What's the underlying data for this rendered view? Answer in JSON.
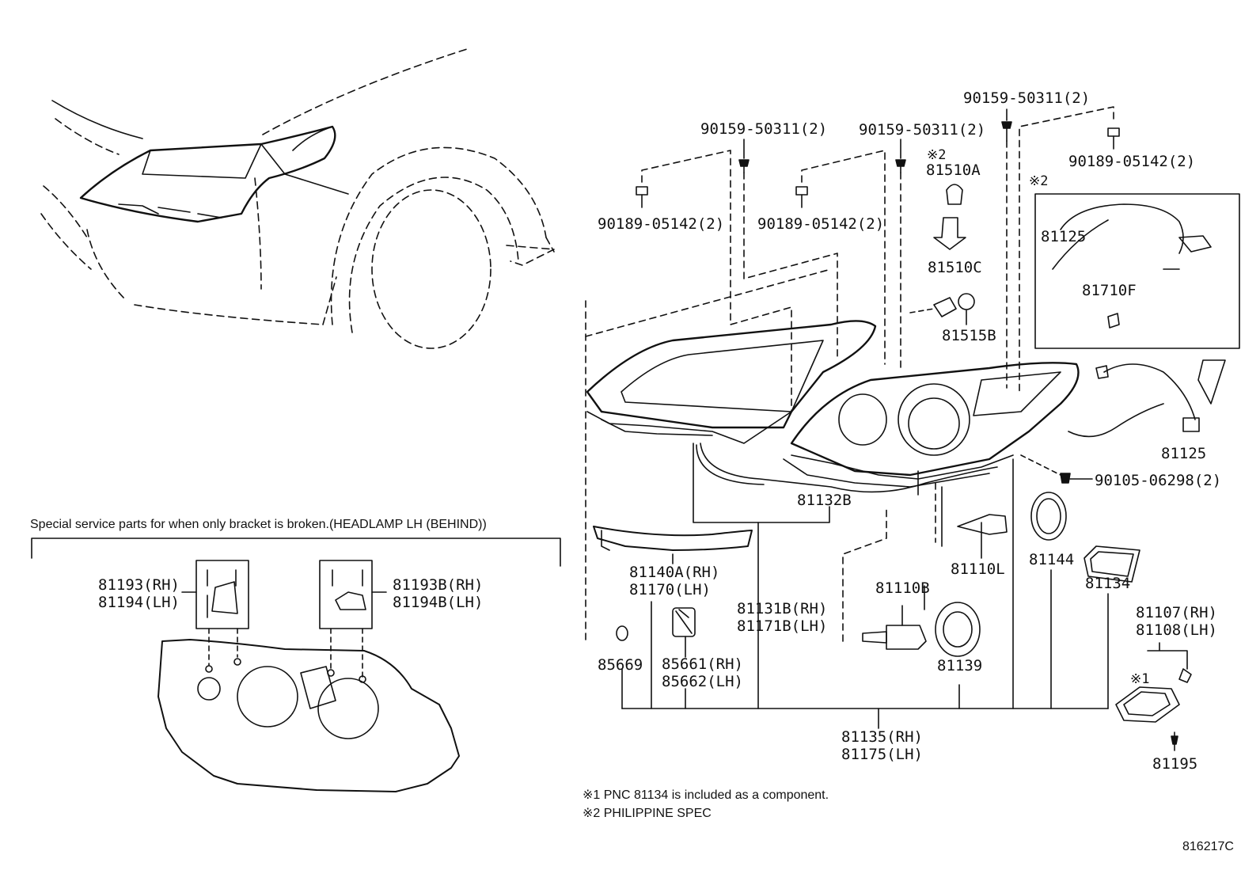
{
  "diagram_id": "816217C",
  "callouts": {
    "c_90159_a": "90159-50311(2)",
    "c_90159_b": "90159-50311(2)",
    "c_90159_c": "90159-50311(2)",
    "c_90189_a": "90189-05142(2)",
    "c_90189_b": "90189-05142(2)",
    "c_90189_c": "90189-05142(2)",
    "c_81510A": "81510A",
    "c_81510C": "81510C",
    "c_81515B": "81515B",
    "c_81125_a": "81125",
    "c_81125_b": "81125",
    "c_81710F": "81710F",
    "c_90105": "90105-06298(2)",
    "c_81132B": "81132B",
    "c_81140A": "81140A(RH)",
    "c_81170": "81170(LH)",
    "c_81131B": "81131B(RH)",
    "c_81171B": "81171B(LH)",
    "c_81110L": "81110L",
    "c_81144": "81144",
    "c_81134": "81134",
    "c_81107": "81107(RH)",
    "c_81108": "81108(LH)",
    "c_81110B": "81110B",
    "c_85669": "85669",
    "c_85661": "85661(RH)",
    "c_85662": "85662(LH)",
    "c_81139": "81139",
    "c_81135": "81135(RH)",
    "c_81175": "81175(LH)",
    "c_81195": "81195",
    "c_81193": "81193(RH)",
    "c_81194": "81194(LH)",
    "c_81193B": "81193B(RH)",
    "c_81194B": "81194B(LH)"
  },
  "marks": {
    "note2_a": "※2",
    "note2_b": "※2",
    "note1": "※1"
  },
  "bracket_caption": "Special service parts for when only bracket is broken.(HEADLAMP LH (BEHIND))",
  "footnotes": {
    "n1": "※1 PNC 81134 is included as a component.",
    "n2": "※2 PHILIPPINE SPEC"
  }
}
